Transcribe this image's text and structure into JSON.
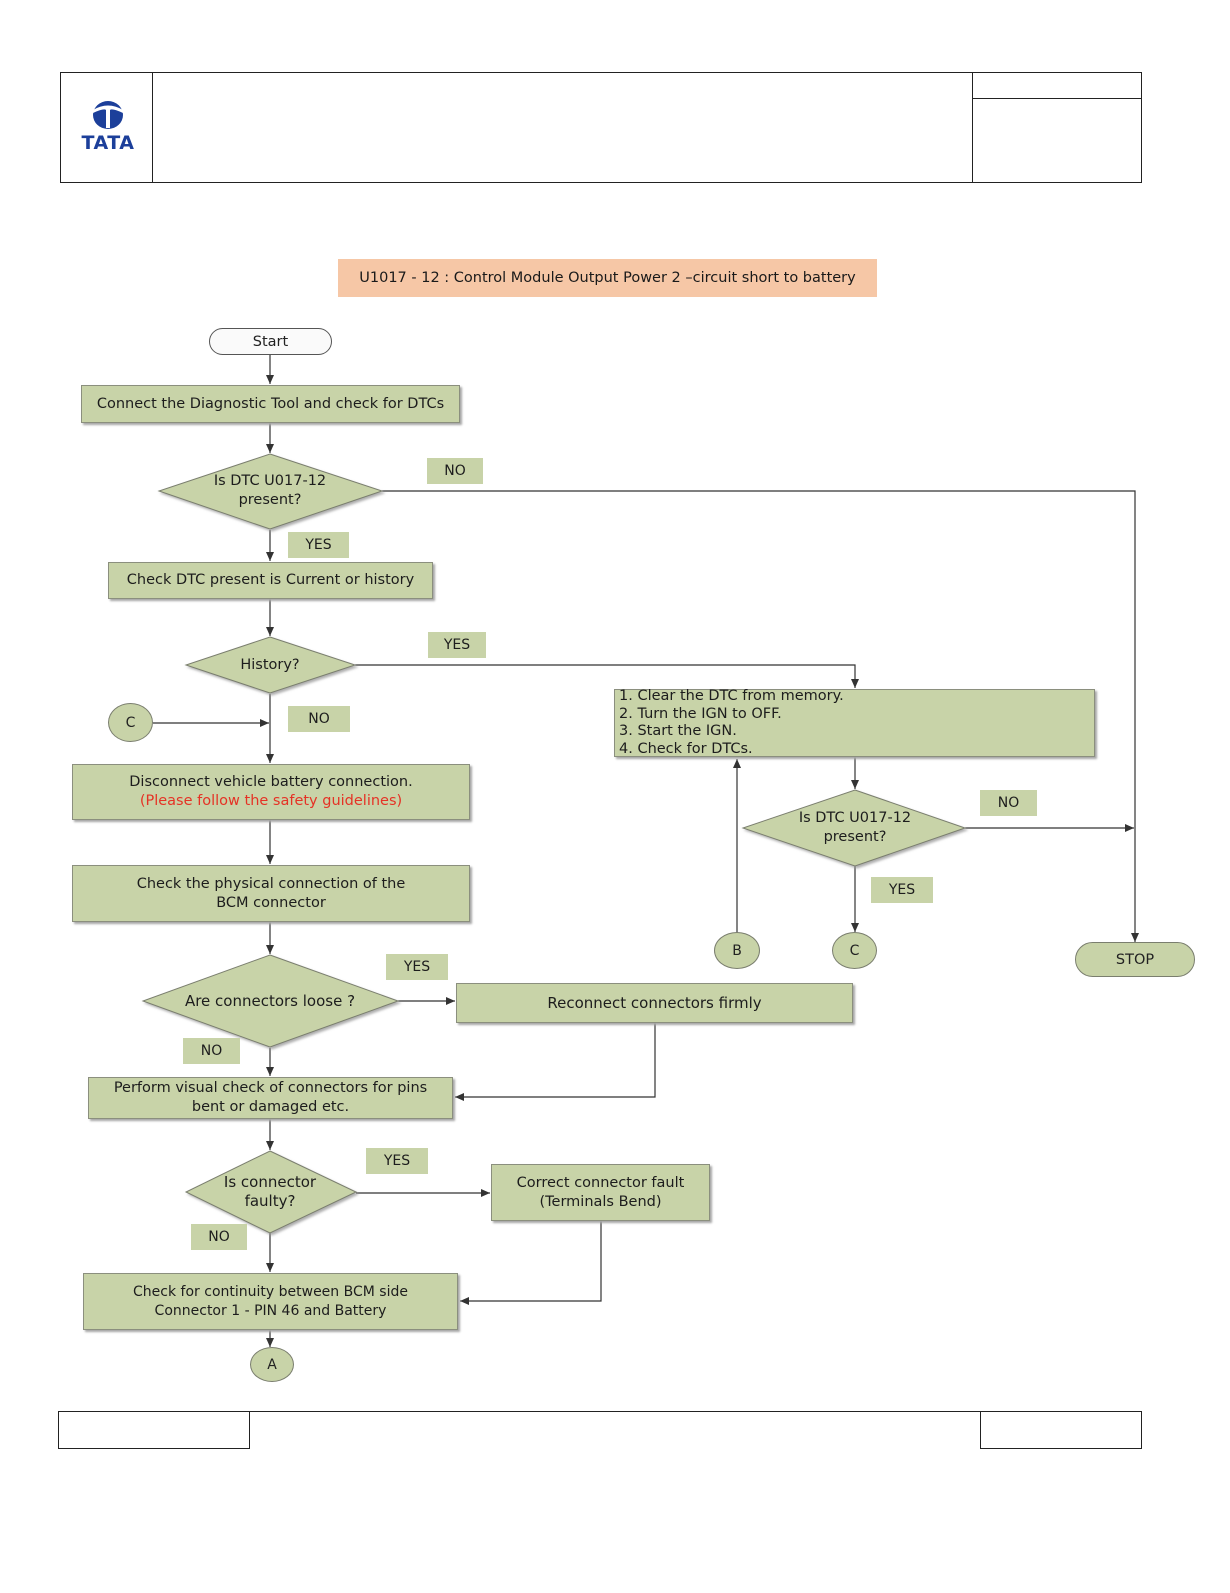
{
  "header": {
    "logo_text": "TATA",
    "brand_color": "#1c3f9a"
  },
  "diagram": {
    "title": "U1017 - 12 : Control Module Output Power 2 –circuit short to battery",
    "start": "Start",
    "stop": "STOP",
    "steps": {
      "connect_tool": "Connect the Diagnostic Tool and check for DTCs",
      "check_current": "Check DTC present is Current or history",
      "clear_dtc": [
        "1. Clear the DTC from memory.",
        "2. Turn the IGN to OFF.",
        "3. Start the IGN.",
        "4. Check for DTCs."
      ],
      "disconnect_line1": "Disconnect vehicle battery connection.",
      "disconnect_line2": "(Please follow the safety guidelines)",
      "check_physical": "Check the physical connection of the BCM connector",
      "reconnect": "Reconnect connectors firmly",
      "visual_check": "Perform visual check of connectors for pins bent or damaged etc.",
      "correct_fault": "Correct connector fault (Terminals Bend)",
      "continuity": "Check for continuity between BCM side Connector 1 - PIN 46 and Battery"
    },
    "decisions": {
      "dtc_present": "Is DTC U017-12 present?",
      "history": "History?",
      "dtc_present_2": "Is DTC U017-12 present?",
      "loose": "Are connectors loose ?",
      "faulty": "Is connector faulty?"
    },
    "labels": {
      "no": "NO",
      "yes": "YES"
    },
    "connectors": {
      "a": "A",
      "b": "B",
      "c": "C"
    },
    "colors": {
      "box_fill": "#c8d3a8",
      "banner_fill": "#f6c7a6",
      "warning_text": "#e53225"
    }
  }
}
